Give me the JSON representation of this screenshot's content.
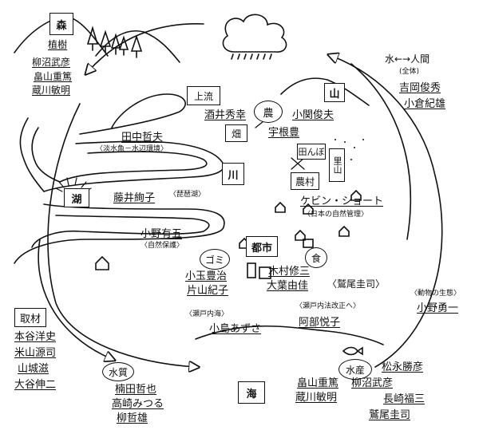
{
  "title": "",
  "nodes": {
    "forest": "森",
    "forest_sub": "植樹",
    "forest_names": [
      "柳沼武彦",
      "畠山重篤",
      "蔵川敏明"
    ],
    "upper": "上流",
    "upper_names": [
      "酒井秀幸",
      "小関俊夫"
    ],
    "agriculture": "農",
    "mountain": "山",
    "field": "畑",
    "field_name": "宇根豊",
    "paddy": "田んぼ",
    "village": "里山",
    "farm_village": "農村",
    "kevin": "ケビン・ショート",
    "kevin_note": "〈日本の自然管理〉",
    "tanaka": "田中哲夫",
    "tanaka_note": "〈淡水魚－水辺環境〉",
    "river": "川",
    "lake": "湖",
    "lake_name": "藤井絢子",
    "lake_note": "〈琵琶湖〉",
    "ono": "小野有五",
    "ono_note": "〈自然保護〉",
    "city": "都市",
    "garbage": "ゴミ",
    "garbage_names": [
      "小玉豊治",
      "片山紀子"
    ],
    "food": "食",
    "food_names": [
      "木村修三",
      "大葉由佳"
    ],
    "washio": "〈鷲尾圭司〉",
    "kojima_note": "〈瀬戸内海〉",
    "kojima": "小島あずさ",
    "abe_note": "〈瀬戸内法改正へ〉",
    "abe": "阿部悦子",
    "water_human": "水←→人間",
    "water_human_note": "(全体)",
    "water_human_names": [
      "吉岡俊秀",
      "小倉紀雄"
    ],
    "interview": "取材",
    "interview_names": [
      "本谷洋史",
      "米山源司",
      "山城滋",
      "大谷伸二"
    ],
    "water_quality": "水質",
    "water_quality_names": [
      "楠田哲也",
      "高崎みつる",
      "柳哲雄"
    ],
    "sea": "海",
    "fishery": "水産",
    "fishery_names": [
      "畠山重篤",
      "蔵川敏明",
      "松永勝彦",
      "柳沼武彦",
      "長崎福三",
      "鷲尾圭司"
    ],
    "animal_note": "〈動物の生態〉",
    "animal_name": "小野勇一"
  }
}
